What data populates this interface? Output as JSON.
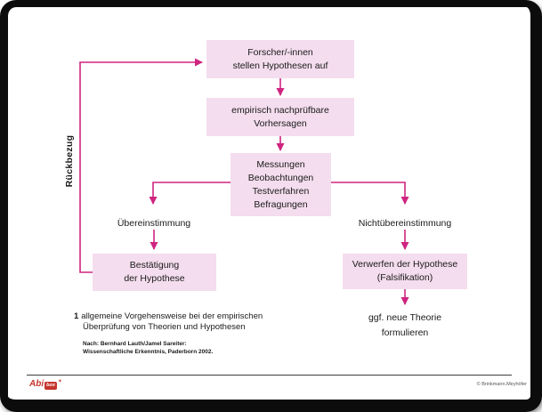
{
  "colors": {
    "accent": "#cf2480",
    "box_fill": "#f4ddee",
    "text": "#1a1a1a",
    "logo_red": "#c5352c"
  },
  "flowchart": {
    "nodes": {
      "forscher": "Forscher/-innen\nstellen Hypothesen auf",
      "vorhersagen": "empirisch nachprüfbare\nVorhersagen",
      "messungen": "Messungen\nBeobachtungen\nTestverfahren\nBefragungen",
      "bestaetigung": "Bestätigung\nder Hypothese",
      "verwerfen": "Verwerfen der Hypothese\n(Falsifikation)"
    },
    "labels": {
      "uebereinstimmung": "Übereinstimmung",
      "nichtuebereinstimmung": "Nichtübereinstimmung",
      "neue_theorie": "ggf. neue Theorie\nformulieren",
      "rueckbezug": "Rückbezug"
    }
  },
  "caption": {
    "number": "1",
    "line1": "allgemeine Vorgehensweise bei der empirischen",
    "line2": "Überprüfung von Theorien und Hypothesen"
  },
  "source": {
    "line1": "Nach: Bernhard Lauth/Jamel Sareiter:",
    "line2": "Wissenschaftliche Erkenntnis, Paderborn 2002."
  },
  "footer": {
    "logo_prefix": "Abi",
    "logo_box": "box",
    "logo_star": "✶",
    "copyright": "© Brinkmann.Meyhöfer"
  }
}
